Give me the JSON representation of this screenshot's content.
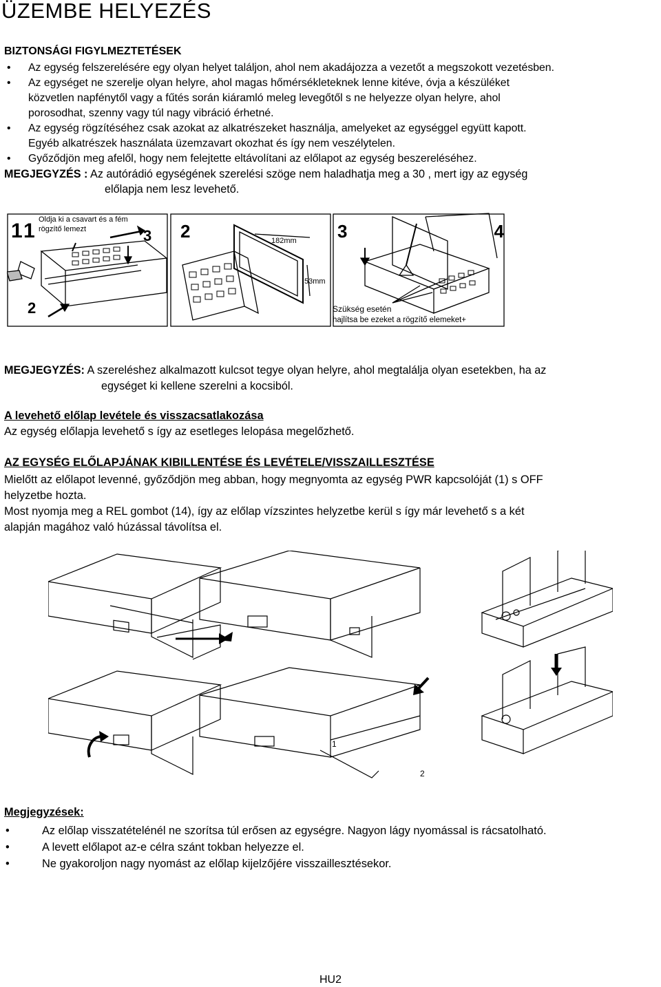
{
  "title": "ÜZEMBE HELYEZÉS",
  "safety": {
    "heading": "BIZTONSÁGI FIGYLMEZTETÉSEK",
    "bullet_symbol": "•",
    "items": [
      [
        "Az egység felszerelésére egy olyan helyet találjon, ahol nem akadájozza a vezetőt a megszokott vezetésben."
      ],
      [
        "Az egységet ne szerelje olyan helyre, ahol magas hőmérsékleteknek lenne kitéve, óvja a készüléket",
        "közvetlen napfénytől vagy a fűtés során kiáramló meleg levegőtől s ne helyezze olyan helyre, ahol",
        "porosodhat, szenny vagy túl nagy vibráció érhetné."
      ],
      [
        "Az egység rögzítéséhez csak azokat az alkatrészeket használja, amelyeket az egységgel együtt kapott.",
        "Egyéb alkatrészek használata üzemzavart okozhat és így nem veszélytelen."
      ],
      [
        "Győződjön meg afelől, hogy nem felejtette eltávolítani az előlapot az egység beszereléséhez."
      ]
    ]
  },
  "note1": {
    "label": "MEGJEGYZÉS :",
    "line1": " Az autórádió egységének szerelési szöge nem haladhatja meg a 30 , mert igy az egység",
    "line2": "előlapja nem lesz levehető."
  },
  "figure1": {
    "panel_numbers": [
      "1",
      "2",
      "3",
      "4"
    ],
    "callout_top": [
      "Oldja ki a csavart és a fém",
      "rögzítő lemezt"
    ],
    "step_numbers": [
      "1",
      "2",
      "3"
    ],
    "dim_width": "182mm",
    "dim_height": "53mm",
    "callout_bottom": [
      "Szükség esetén",
      "hajlítsa be ezeket a rögzítő elemeket+"
    ]
  },
  "note2": {
    "label": "MEGJEGYZÉS:",
    "line1": " A szereléshez alkalmazott kulcsot tegye olyan helyre, ahol megtalálja olyan esetekben, ha az",
    "line2": "egységet ki kellene szerelni a kocsiból."
  },
  "remove": {
    "heading": "A levehető előlap levétele és visszacsatlakozása",
    "text": "Az egység előlapja levehető s így az esetleges lelopása megelőzhető."
  },
  "tilt": {
    "heading": "AZ EGYSÉG ELŐLAPJÁNAK KIBILLENTÉSE ÉS LEVÉTELE/VISSZAILLESZTÉSE",
    "lines": [
      "Mielőtt az előlapot levenné, győződjön meg abban, hogy megnyomta az egység PWR kapcsolóját (1) s OFF",
      "helyzetbe hozta.",
      "Most nyomja meg a REL gombot (14), így az előlap vízszintes helyzetbe kerül s így már levehető s a két",
      "alapján magához való húzással távolítsa el."
    ]
  },
  "figure2": {
    "step_labels": [
      "1",
      "2"
    ]
  },
  "notes": {
    "heading": "Megjegyzések:",
    "bullet_symbol": "•",
    "items": [
      "Az előlap visszatételénél ne szorítsa túl erősen az egységre. Nagyon lágy nyomással is rácsatolható.",
      "A levett előlapot az-e célra szánt tokban helyezze el.",
      "Ne gyakoroljon nagy nyomást az előlap kijelzőjére visszaillesztésekor."
    ]
  },
  "footer": {
    "page": "HU2"
  }
}
